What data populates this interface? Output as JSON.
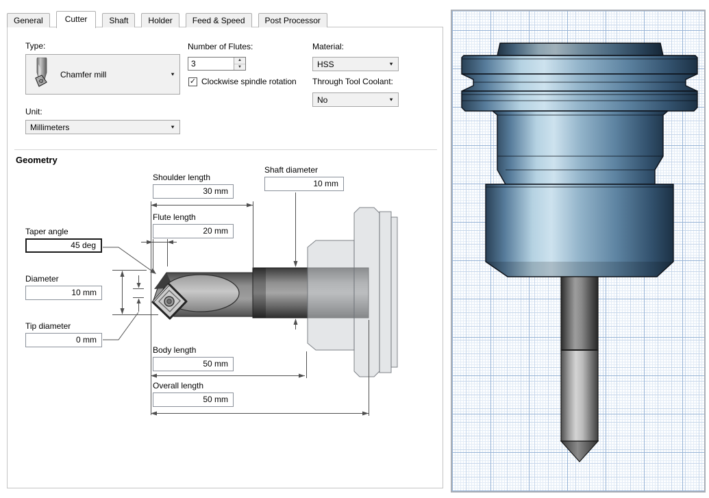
{
  "tabs": {
    "active": "Cutter",
    "items": [
      {
        "label": "General"
      },
      {
        "label": "Cutter"
      },
      {
        "label": "Shaft"
      },
      {
        "label": "Holder"
      },
      {
        "label": "Feed & Speed"
      },
      {
        "label": "Post Processor"
      }
    ]
  },
  "form": {
    "type": {
      "label": "Type:",
      "value": "Chamfer mill"
    },
    "unit": {
      "label": "Unit:",
      "value": "Millimeters"
    },
    "flutes": {
      "label": "Number of Flutes:",
      "value": "3"
    },
    "spindle": {
      "label": "Clockwise spindle rotation",
      "checked": true
    },
    "material": {
      "label": "Material:",
      "value": "HSS"
    },
    "coolant": {
      "label": "Through Tool Coolant:",
      "value": "No"
    }
  },
  "geometry": {
    "heading": "Geometry",
    "dims": {
      "shoulder_length": {
        "label": "Shoulder length",
        "value": "30 mm"
      },
      "flute_length": {
        "label": "Flute length",
        "value": "20 mm"
      },
      "shaft_diameter": {
        "label": "Shaft diameter",
        "value": "10 mm"
      },
      "taper_angle": {
        "label": "Taper angle",
        "value": "45 deg"
      },
      "diameter": {
        "label": "Diameter",
        "value": "10 mm"
      },
      "tip_diameter": {
        "label": "Tip diameter",
        "value": "0 mm"
      },
      "body_length": {
        "label": "Body length",
        "value": "50 mm"
      },
      "overall_length": {
        "label": "Overall length",
        "value": "50 mm"
      }
    }
  },
  "icons": {
    "dropdown_arrow": "▼",
    "spinner_up": "▲",
    "spinner_down": "▼",
    "checkmark": "✓"
  },
  "colors": {
    "holder_steel_blue": "#6d93af",
    "grid_blue": "#96b3d6",
    "control_face": "#f1f1f1",
    "panel_border": "#c3c3c3",
    "dimension_line": "#4f4f4f"
  }
}
